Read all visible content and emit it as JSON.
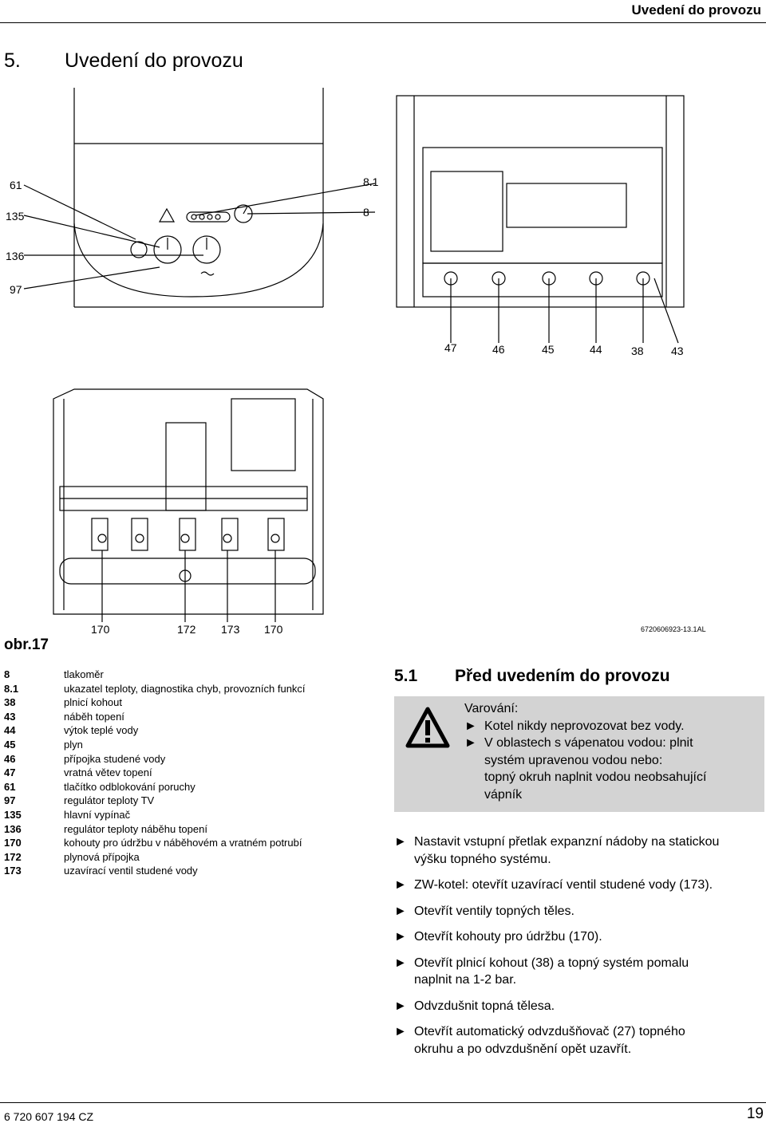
{
  "header": {
    "title": "Uvedení do provozu"
  },
  "chapter": {
    "number": "5.",
    "title": "Uvedení do provozu"
  },
  "figure": {
    "label": "obr.17",
    "code": "6720606923-13.1AL",
    "callouts_left": [
      "61",
      "135",
      "136",
      "97"
    ],
    "callouts_right": [
      "8.1",
      "8"
    ],
    "callouts_bottom_top": [
      "47",
      "46",
      "45",
      "44",
      "38",
      "43"
    ],
    "callouts_bottom_low": [
      "170",
      "172",
      "173",
      "170"
    ]
  },
  "legend": [
    {
      "key": "8",
      "text": "tlakoměr"
    },
    {
      "key": "8.1",
      "text": "ukazatel teploty, diagnostika chyb, provozních funkcí"
    },
    {
      "key": "38",
      "text": "plnicí kohout"
    },
    {
      "key": "43",
      "text": "náběh topení"
    },
    {
      "key": "44",
      "text": "výtok teplé vody"
    },
    {
      "key": "45",
      "text": "plyn"
    },
    {
      "key": "46",
      "text": "přípojka studené vody"
    },
    {
      "key": "47",
      "text": "vratná větev topení"
    },
    {
      "key": "61",
      "text": "tlačítko odblokování poruchy"
    },
    {
      "key": "97",
      "text": "regulátor teploty TV"
    },
    {
      "key": "135",
      "text": "hlavní vypínač"
    },
    {
      "key": "136",
      "text": "regulátor teploty náběhu topení"
    },
    {
      "key": "170",
      "text": "kohouty pro údržbu v náběhovém a vratném potrubí"
    },
    {
      "key": "172",
      "text": "plynová přípojka"
    },
    {
      "key": "173",
      "text": "uzavírací ventil studené vody"
    }
  ],
  "section": {
    "number": "5.1",
    "title": "Před uvedením do provozu"
  },
  "warning": {
    "heading": "Varování:",
    "items": [
      {
        "lines": [
          "Kotel nikdy neprovozovat bez vody."
        ]
      },
      {
        "lines": [
          "V oblastech s vápenatou vodou: plnit",
          "systém upravenou vodou nebo:",
          "topný okruh naplnit vodou neobsahující",
          "vápník"
        ]
      }
    ]
  },
  "steps": [
    {
      "lines": [
        "Nastavit vstupní přetlak expanzní nádoby na statickou",
        "výšku topného systému."
      ]
    },
    {
      "lines": [
        "ZW-kotel: otevřít uzavírací ventil studené vody (173)."
      ]
    },
    {
      "lines": [
        "Otevřít ventily topných těles."
      ]
    },
    {
      "lines": [
        "Otevřít kohouty pro údržbu (170)."
      ]
    },
    {
      "lines": [
        "Otevřít plnicí kohout (38) a topný systém pomalu",
        "naplnit na 1-2 bar."
      ]
    },
    {
      "lines": [
        "Odvzdušnit topná tělesa."
      ]
    },
    {
      "lines": [
        "Otevřít automatický odvzdušňovač (27) topného",
        "okruhu a po odvzdušnění opět uzavřít."
      ]
    }
  ],
  "footer": {
    "doc_number": "6 720 607 194 CZ",
    "page": "19"
  },
  "bullet_glyph": "►"
}
